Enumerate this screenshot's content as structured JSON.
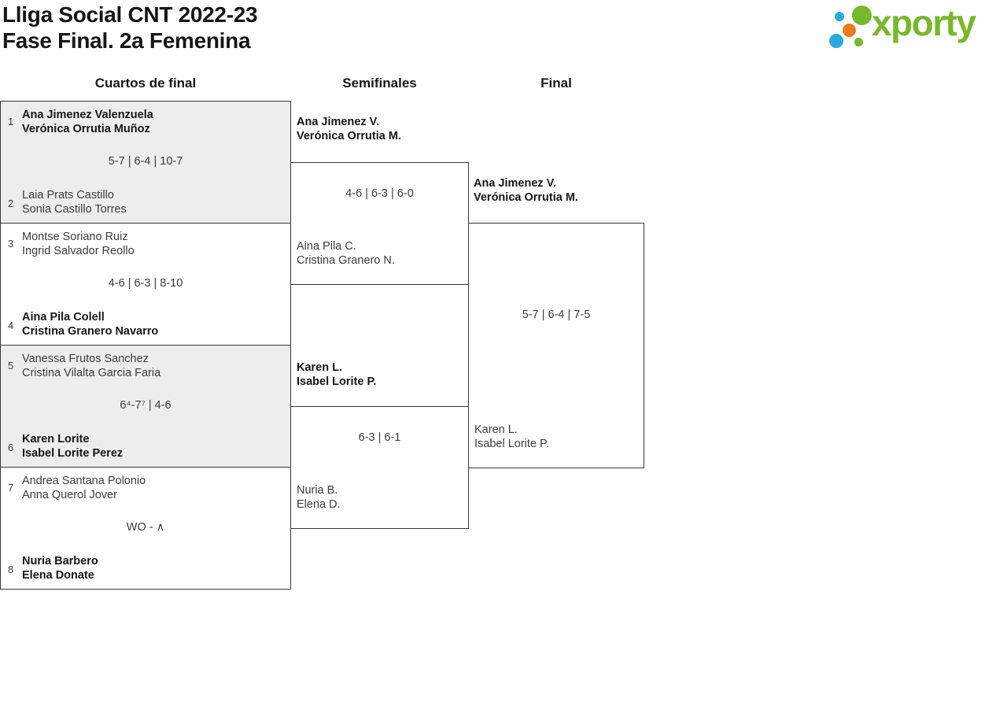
{
  "page": {
    "title_line1": "Lliga Social CNT 2022-23",
    "title_line2": "Fase Final. 2a Femenina"
  },
  "logo": {
    "text": "xporty"
  },
  "round_headers": [
    "Cuartos de final",
    "Semifinales",
    "Final"
  ],
  "quarterfinals": [
    {
      "seed_top": "1",
      "team_top": [
        "Ana Jimenez Valenzuela",
        "Verónica Orrutia Muñoz"
      ],
      "team_top_winner": true,
      "score": "5-7 | 6-4 | 10-7",
      "seed_bottom": "2",
      "team_bottom": [
        "Laia Prats Castillo",
        "Sonia Castillo Torres"
      ],
      "team_bottom_winner": false
    },
    {
      "seed_top": "3",
      "team_top": [
        "Montse Soriano Ruiz",
        "Ingrid Salvador Reollo"
      ],
      "team_top_winner": false,
      "score": "4-6 | 6-3 | 8-10",
      "seed_bottom": "4",
      "team_bottom": [
        "Aina Pila Colell",
        "Cristina Granero Navarro"
      ],
      "team_bottom_winner": true
    },
    {
      "seed_top": "5",
      "team_top": [
        "Vanessa Frutos Sanchez",
        "Cristina Vilalta Garcia Faria"
      ],
      "team_top_winner": false,
      "score": "6⁴-7⁷ | 4-6",
      "seed_bottom": "6",
      "team_bottom": [
        "Karen Lorite",
        "Isabel Lorite Perez"
      ],
      "team_bottom_winner": true
    },
    {
      "seed_top": "7",
      "team_top": [
        "Andrea Santana Polonio",
        "Anna Querol Jover"
      ],
      "team_top_winner": false,
      "score": "WO - ∧",
      "seed_bottom": "8",
      "team_bottom": [
        "Nuria Barbero",
        "Elena Donate"
      ],
      "team_bottom_winner": true
    }
  ],
  "semifinals": [
    {
      "team_top": [
        "Ana Jimenez V.",
        "Verónica Orrutia M."
      ],
      "team_top_winner": true,
      "score": "4-6 | 6-3 | 6-0",
      "team_bottom": [
        "Aina Pila C.",
        "Cristina Granero N."
      ],
      "team_bottom_winner": false
    },
    {
      "team_top": [
        "Karen L.",
        "Isabel Lorite P."
      ],
      "team_top_winner": true,
      "score": "6-3 | 6-1",
      "team_bottom": [
        "Nuria B.",
        "Elena D."
      ],
      "team_bottom_winner": false
    }
  ],
  "final": {
    "team_top": [
      "Ana Jimenez V.",
      "Verónica Orrutia M."
    ],
    "team_top_winner": true,
    "score": "5-7 | 6-4 | 7-5",
    "team_bottom": [
      "Karen L.",
      "Isabel Lorite P."
    ],
    "team_bottom_winner": false
  },
  "colors": {
    "match_fill_alt": "#ededed",
    "border": "#383838",
    "text_dark": "#161616",
    "text_normal": "#3c3c3c",
    "logo_green": "#76b82e",
    "logo_blue": "#29a9e0",
    "logo_orange": "#e87b1b"
  }
}
